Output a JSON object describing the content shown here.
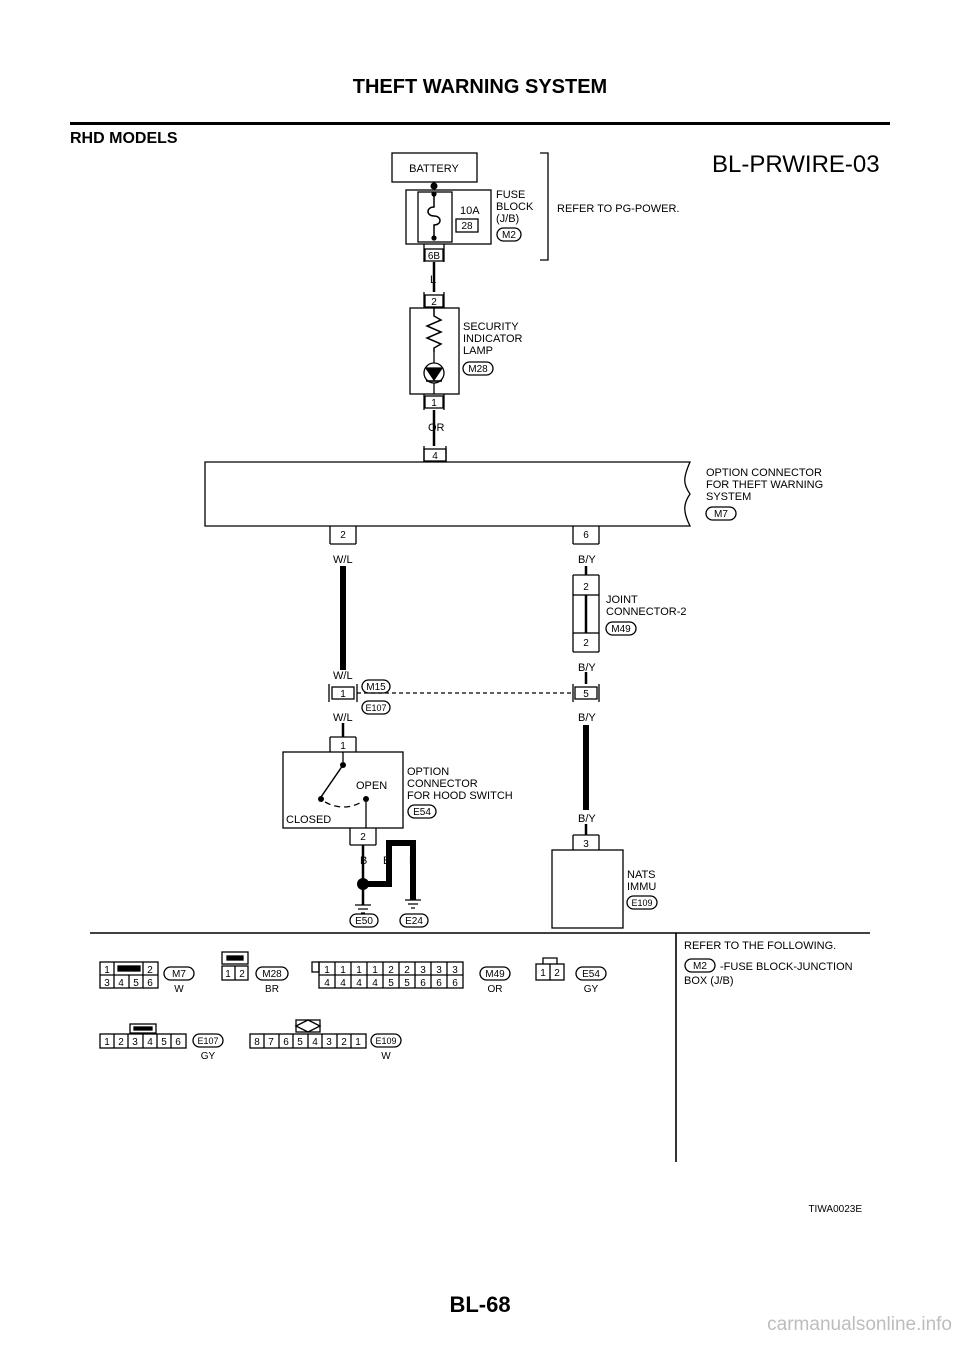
{
  "page_title": "THEFT WARNING SYSTEM",
  "section_title": "RHD MODELS",
  "diagram_code": "BL-PRWIRE-03",
  "figure_code": "TIWA0023E",
  "page_number": "BL-68",
  "watermark": "carmanualsonline.info",
  "battery": {
    "label": "BATTERY"
  },
  "fuse_block": {
    "amp": "10A",
    "num": "28",
    "label": [
      "FUSE",
      "BLOCK",
      "(J/B)"
    ],
    "conn": "M2",
    "pin": "6B",
    "refer": "REFER TO PG-POWER."
  },
  "wires": {
    "l": "L",
    "or": "OR",
    "wl": "W/L",
    "by": "B/Y",
    "b": "B"
  },
  "lamp": {
    "label": [
      "SECURITY",
      "INDICATOR",
      "LAMP"
    ],
    "conn": "M28",
    "pin_top": "2",
    "pin_bottom": "1"
  },
  "option_connector": {
    "label": [
      "OPTION CONNECTOR",
      "FOR THEFT WARNING",
      "SYSTEM"
    ],
    "conn": "M7",
    "pin_top": "4",
    "pin_left": "2",
    "pin_right": "6"
  },
  "joint_connector": {
    "label": [
      "JOINT",
      "CONNECTOR-2"
    ],
    "conn": "M49",
    "pin_top": "2",
    "pin_bottom": "2"
  },
  "inline_connector": {
    "conn_m": "M15",
    "conn_e": "E107",
    "pin_left": "1",
    "pin_right": "5"
  },
  "hood_switch": {
    "label": [
      "OPTION",
      "CONNECTOR",
      "FOR HOOD SWITCH"
    ],
    "conn": "E54",
    "open": "OPEN",
    "closed": "CLOSED",
    "pin_top": "1",
    "pin_bottom": "2"
  },
  "grounds": [
    "E50",
    "E24"
  ],
  "nats": {
    "label": [
      "NATS",
      "IMMU"
    ],
    "conn": "E109",
    "pin": "3"
  },
  "refer_following": {
    "title": "REFER TO THE FOLLOWING.",
    "conn": "M2",
    "text": [
      "-FUSE BLOCK-JUNCTION",
      "BOX (J/B)"
    ]
  },
  "connectors": [
    {
      "id": "M7",
      "color": "W",
      "pins_top": [
        "1",
        "2"
      ],
      "pins_bottom": [
        "3",
        "4",
        "5",
        "6"
      ]
    },
    {
      "id": "M28",
      "color": "BR",
      "pins": [
        "1",
        "2"
      ]
    },
    {
      "id": "M49",
      "color": "OR",
      "pins_top": [
        "1",
        "1",
        "1",
        "1",
        "2",
        "2",
        "3",
        "3",
        "3"
      ],
      "pins_bottom": [
        "4",
        "4",
        "4",
        "4",
        "5",
        "5",
        "6",
        "6",
        "6"
      ]
    },
    {
      "id": "E54",
      "color": "GY",
      "pins": [
        "1",
        "2"
      ]
    },
    {
      "id": "E107",
      "color": "GY",
      "pins": [
        "1",
        "2",
        "3",
        "4",
        "5",
        "6"
      ]
    },
    {
      "id": "E109",
      "color": "W",
      "pins": [
        "8",
        "7",
        "6",
        "5",
        "4",
        "3",
        "2",
        "1"
      ]
    }
  ]
}
